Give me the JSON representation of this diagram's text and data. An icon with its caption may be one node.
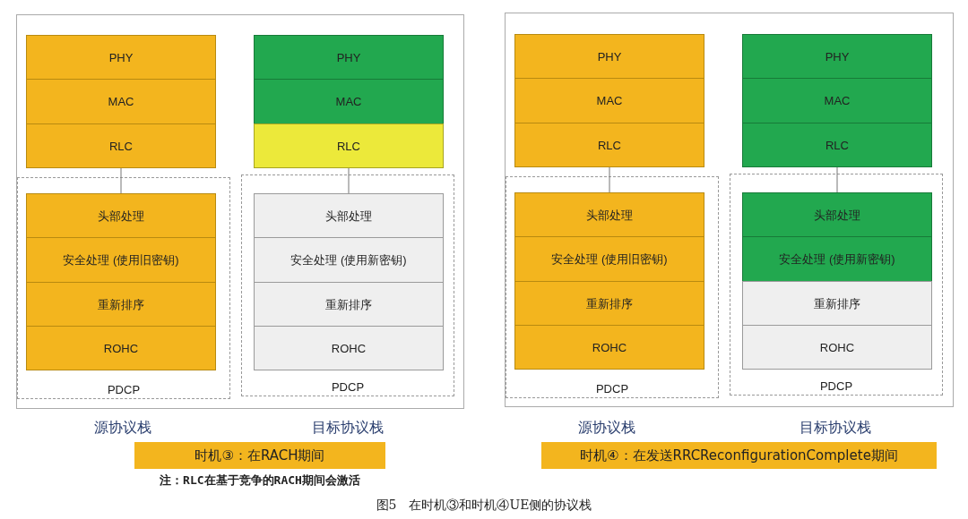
{
  "diagram": {
    "caption": "图5　在时机③和时机④UE侧的协议栈",
    "nodes": [
      {
        "text": [],
        "shape": "box"
      },
      {
        "text": [
          "PHY"
        ],
        "in": 0
      },
      {
        "text": [
          "MAC"
        ],
        "in": 0
      },
      {
        "text": [
          "RLC"
        ],
        "in": 0
      },
      {
        "text": [
          "PDCP"
        ],
        "in": 0
      },
      {
        "text": [
          "头部处理"
        ],
        "in": 4
      },
      {
        "text": [
          "安全处理 (使用旧密钥)"
        ],
        "in": 4
      },
      {
        "text": [
          "重新排序"
        ],
        "in": 4
      },
      {
        "text": [
          "ROHC"
        ],
        "in": 4
      },
      {
        "text": [
          "PHY"
        ],
        "in": 0
      },
      {
        "text": [
          "MAC"
        ],
        "in": 0
      },
      {
        "text": [
          "RLC"
        ],
        "in": 0
      },
      {
        "text": [
          "PDCP"
        ],
        "in": 0
      },
      {
        "text": [
          "头部处理"
        ],
        "in": 12
      },
      {
        "text": [
          "安全处理 (使用新密钥)"
        ],
        "in": 12
      },
      {
        "text": [
          "重新排序"
        ],
        "in": 12
      },
      {
        "text": [
          "ROHC"
        ],
        "in": 12
      },
      {
        "text": [],
        "shape": "box"
      },
      {
        "text": [
          "PHY"
        ],
        "in": 17
      },
      {
        "text": [
          "MAC"
        ],
        "in": 17
      },
      {
        "text": [
          "RLC"
        ],
        "in": 17
      },
      {
        "text": [
          "PDCP"
        ],
        "in": 17
      },
      {
        "text": [
          "头部处理"
        ],
        "in": 21
      },
      {
        "text": [
          "安全处理 (使用旧密钥)"
        ],
        "in": 21
      },
      {
        "text": [
          "重新排序"
        ],
        "in": 21
      },
      {
        "text": [
          "ROHC"
        ],
        "in": 21
      },
      {
        "text": [
          "PHY"
        ],
        "in": 17
      },
      {
        "text": [
          "MAC"
        ],
        "in": 17
      },
      {
        "text": [
          "RLC"
        ],
        "in": 17
      },
      {
        "text": [
          "PDCP"
        ],
        "in": 17
      },
      {
        "text": [
          "头部处理"
        ],
        "in": 29
      },
      {
        "text": [
          "安全处理 (使用新密钥)"
        ],
        "in": 29
      },
      {
        "text": [
          "重新排序"
        ],
        "in": 29
      },
      {
        "text": [
          "ROHC"
        ],
        "in": 29
      },
      {
        "text": [
          "时机③：在RACH期间"
        ]
      },
      {
        "text": [
          "时机④：在发送RRCReconfigurationComplete期间"
        ]
      }
    ],
    "edges": [
      {
        "from": 3,
        "to": 5,
        "arrow": "none"
      },
      {
        "from": 11,
        "to": 13,
        "arrow": "none"
      },
      {
        "from": 20,
        "to": 22,
        "arrow": "none"
      },
      {
        "from": 28,
        "to": 30,
        "arrow": "none"
      }
    ],
    "labels": [
      "源协议栈",
      "目标协议栈",
      "源协议栈",
      "目标协议栈",
      "注：RLC在基于竞争的RACH期间会激活"
    ]
  }
}
